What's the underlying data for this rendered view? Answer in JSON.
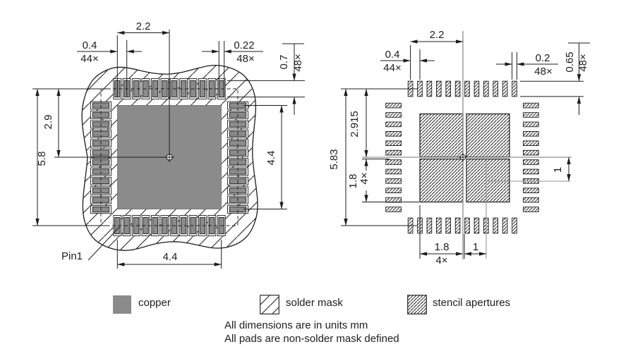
{
  "left": {
    "span_top": "2.2",
    "pitch": "0.4",
    "pitch_count": "44×",
    "pad_w": "0.22",
    "pad_w_count": "48×",
    "pad_l": "0.7",
    "pad_l_count": "48×",
    "half_height": "2.9",
    "full_height": "5.8",
    "copper_h": "4.4",
    "copper_w": "4.4",
    "pin1": "Pin1"
  },
  "right": {
    "span_top": "2.2",
    "pitch": "0.4",
    "pitch_count": "44×",
    "pad_w": "0.2",
    "pad_w_count": "48×",
    "pad_l": "0.65",
    "pad_l_count": "48×",
    "half_height": "2.915",
    "full_height": "5.83",
    "sq": "1.8",
    "sq_count": "4×",
    "sq_bottom": "1.8",
    "sq_bottom_count": "4×",
    "one_bottom": "1",
    "one_right": "1"
  },
  "legend": {
    "copper": "copper",
    "solder_mask": "solder mask",
    "stencil": "stencil apertures"
  },
  "notes": {
    "line1": "All dimensions are in units mm",
    "line2": "All pads are non-solder mask defined"
  },
  "colors": {
    "copper": "#8b8b8b",
    "line": "#1d1d1d",
    "centerline": "#8f8f8f"
  }
}
